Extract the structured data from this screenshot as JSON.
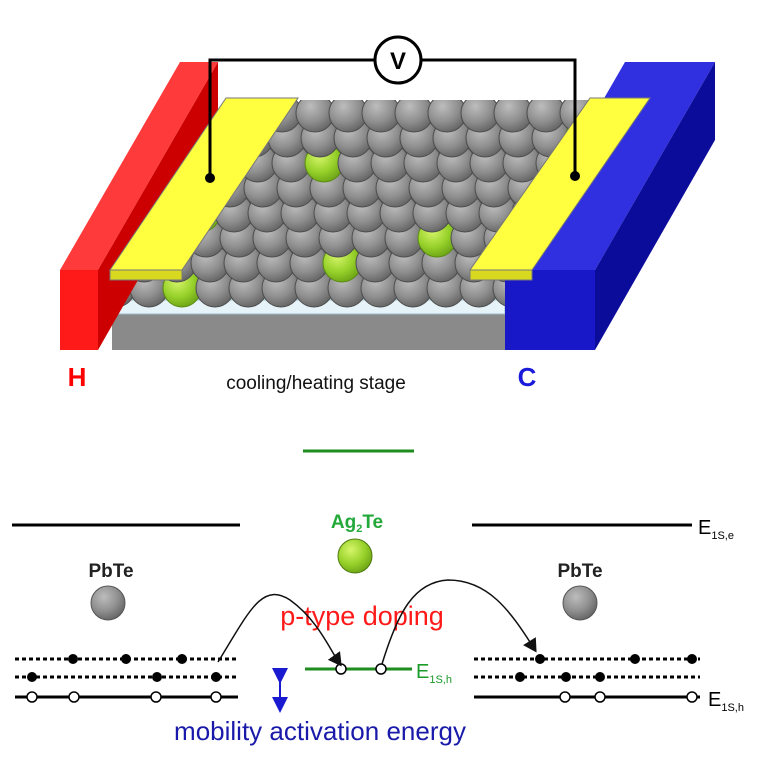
{
  "device": {
    "hot_label": "H",
    "cold_label": "C",
    "stage_label": "cooling/heating stage",
    "voltmeter_label": "V"
  },
  "energy_diagram": {
    "left_particle_label": "PbTe",
    "right_particle_label": "PbTe",
    "center_particle_label_main": "Ag",
    "center_particle_label_sub": "2",
    "center_particle_label_end": "Te",
    "doping_label": "p-type doping",
    "mobility_label": "mobility activation energy",
    "level_e_main": "E",
    "level_e_sub": "1S,e",
    "level_h_main": "E",
    "level_h_sub": "1S,h",
    "level_h_green_main": "E",
    "level_h_green_sub": "1S,h"
  },
  "colors": {
    "hot": "#ff1a1a",
    "cold": "#1010c0",
    "electrode": "#ffff40",
    "pbte": "#8c8c8c",
    "ag2te": "#8ccc2a",
    "level_green": "#1e8c1e"
  }
}
